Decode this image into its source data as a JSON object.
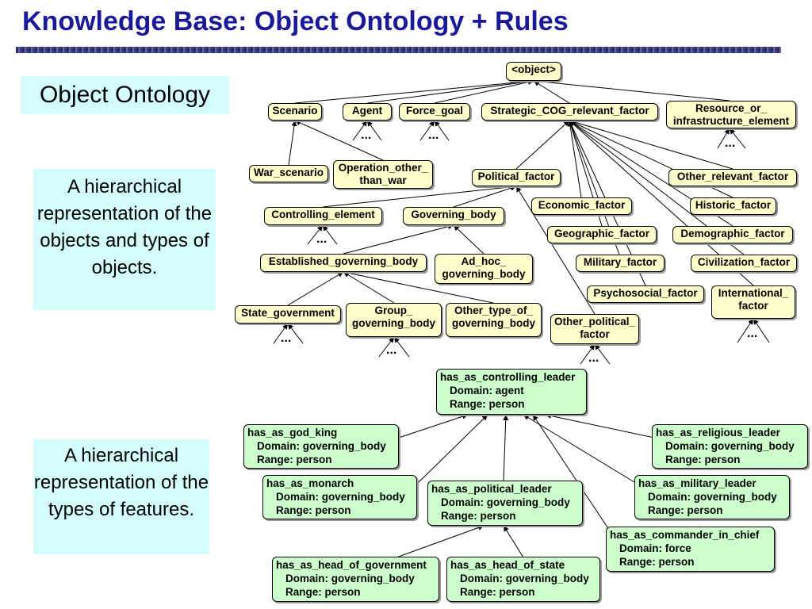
{
  "title": "Knowledge Base: Object Ontology + Rules",
  "panels": {
    "ontology": "Object Ontology",
    "objects": "A hierarchical representation of the objects and types of objects.",
    "features": "A hierarchical representation of the types of features."
  },
  "ellipsis": "...",
  "nodes": {
    "object": "<object>",
    "scenario": "Scenario",
    "agent": "Agent",
    "force_goal": "Force_goal",
    "strategic": "Strategic_COG_relevant_factor",
    "resource_1": "Resource_or_",
    "resource_2": "infrastructure_element",
    "war_scenario": "War_scenario",
    "operation_1": "Operation_other_",
    "operation_2": "than_war",
    "political": "Political_factor",
    "other_relevant": "Other_relevant_factor",
    "controlling": "Controlling_element",
    "governing": "Governing_body",
    "economic": "Economic_factor",
    "historic": "Historic_factor",
    "geographic": "Geographic_factor",
    "demographic": "Demographic_factor",
    "established": "Established_governing_body",
    "adhoc_1": "Ad_hoc_",
    "adhoc_2": "governing_body",
    "military": "Military_factor",
    "civilization": "Civilization_factor",
    "psychosocial": "Psychosocial_factor",
    "international_1": "International_",
    "international_2": "factor",
    "state_gov": "State_government",
    "group_1": "Group_",
    "group_2": "governing_body",
    "other_type_1": "Other_type_of_",
    "other_type_2": "governing_body",
    "other_political_1": "Other_political_",
    "other_political_2": "factor"
  },
  "features": {
    "controlling_leader": {
      "name": "has_as_controlling_leader",
      "domain": "Domain: agent",
      "range": "Range: person"
    },
    "god_king": {
      "name": "has_as_god_king",
      "domain": "Domain: governing_body",
      "range": "Range: person"
    },
    "religious_leader": {
      "name": "has_as_religious_leader",
      "domain": "Domain: governing_body",
      "range": "Range: person"
    },
    "monarch": {
      "name": "has_as_monarch",
      "domain": "Domain: governing_body",
      "range": "Range: person"
    },
    "political_leader": {
      "name": "has_as_political_leader",
      "domain": "Domain: governing_body",
      "range": "Range: person"
    },
    "military_leader": {
      "name": "has_as_military_leader",
      "domain": "Domain: governing_body",
      "range": "Range: person"
    },
    "commander": {
      "name": "has_as_commander_in_chief",
      "domain": "Domain: force",
      "range": "Range: person"
    },
    "head_of_government": {
      "name": "has_as_head_of_government",
      "domain": "Domain: governing_body",
      "range": "Range: person"
    },
    "head_of_state": {
      "name": "has_as_head_of_state",
      "domain": "Domain: governing_body",
      "range": "Range: person"
    }
  }
}
